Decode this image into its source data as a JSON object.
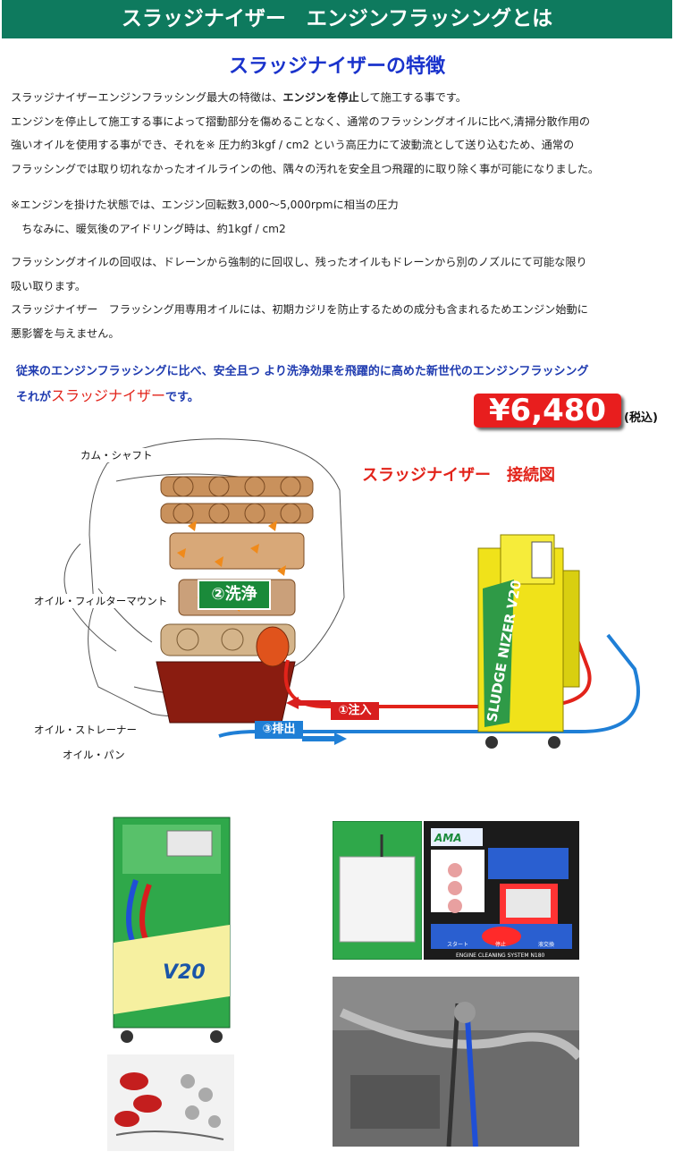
{
  "header": {
    "title": "スラッジナイザー　エンジンフラッシングとは"
  },
  "feature_title": "スラッジナイザーの特徴",
  "intro": {
    "l1a": "スラッジナイザーエンジンフラッシング最大の特徴は、",
    "l1b": "エンジンを停止",
    "l1c": "して施工する事です。",
    "l2": "エンジンを停止して施工する事によって摺動部分を傷めることなく、通常のフラッシングオイルに比べ,清掃分散作用の",
    "l3": "強いオイルを使用する事ができ、それを※ 圧力約3kgf / cm2 という高圧力にて波動流として送り込むため、通常の",
    "l4": "フラッシングでは取り切れなかったオイルラインの他、隅々の汚れを安全且つ飛躍的に取り除く事が可能になりました。"
  },
  "note": {
    "l1": "※エンジンを掛けた状態では、エンジン回転数3,000～5,000rpmに相当の圧力",
    "l2": "　ちなみに、暖気後のアイドリング時は、約1kgf / cm2"
  },
  "recovery": {
    "l1": "フラッシングオイルの回収は、ドレーンから強制的に回収し、残ったオイルもドレーンから別のノズルにて可能な限り",
    "l2": "吸い取ります。",
    "l3": "スラッジナイザー　フラッシング用専用オイルには、初期カジリを防止するための成分も含まれるためエンジン始動に",
    "l4": "悪影響を与えません。"
  },
  "tagline": {
    "l1": "従来のエンジンフラッシングに比べ、安全且つ より洗浄効果を飛躍的に高めた新世代のエンジンフラッシング",
    "l2a": "それが",
    "l2b": "スラッジナイザー",
    "l2c": "です。"
  },
  "price": {
    "value": "¥6,480",
    "tax": "(税込)"
  },
  "diagram": {
    "title": "スラッジナイザー　接続図",
    "callouts": {
      "camshaft": "カム・シャフト",
      "filter_mount": "オイル・フィルターマウント",
      "strainer": "オイル・ストレーナー",
      "oil_pan": "オイル・パン"
    },
    "steps": {
      "wash": "②洗浄",
      "inject": "①注入",
      "drain": "③排出"
    },
    "machine_text": "SLUDGE NIZER V20"
  },
  "photos": {
    "machine_label": "V20",
    "panel_brand": "AMA",
    "panel_footer": "ENGINE CLEANING SYSTEM N180",
    "panel_buttons": {
      "start": "スタート",
      "stop": "停止",
      "change": "液交換"
    }
  },
  "colors": {
    "banner": "#0e7a5e",
    "title_blue": "#1a33cc",
    "accent_red": "#e2231a",
    "machine_yellow": "#f0e21a",
    "machine_green": "#2f9a47"
  }
}
